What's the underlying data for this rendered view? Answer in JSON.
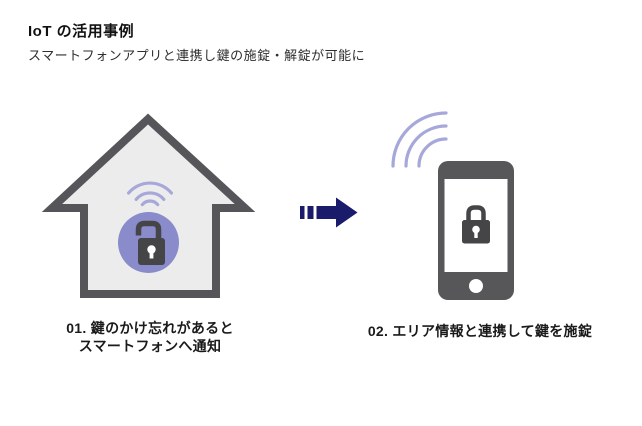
{
  "header": {
    "title": "IoT の活用事例",
    "subtitle": "スマートフォンアプリと連携し鍵の施錠・解錠が可能に"
  },
  "diagram": {
    "step1": {
      "icon": "house-with-wifi-and-unlocked-padlock",
      "label_line1": "01. 鍵のかけ忘れがあると",
      "label_line2": "スマートフォンへ通知"
    },
    "connector": {
      "icon": "dashed-right-arrow"
    },
    "step2": {
      "icon": "smartphone-with-wifi-and-locked-padlock",
      "label": "02. エリア情報と連携して鍵を施錠"
    }
  },
  "icons": [
    "house-icon",
    "wifi-signal-icon",
    "unlocked-padlock-icon",
    "right-arrow-icon",
    "smartphone-icon",
    "locked-padlock-icon"
  ],
  "colors": {
    "house-fill": "#ececec",
    "outline-gray": "#56565a",
    "badge-purple": "#898bcb",
    "wifi-purple": "#a7a8da",
    "lock-gray": "#454548",
    "phone-gray": "#57575a",
    "arrow-navy": "#1b1b6b",
    "white": "#ffffff"
  }
}
